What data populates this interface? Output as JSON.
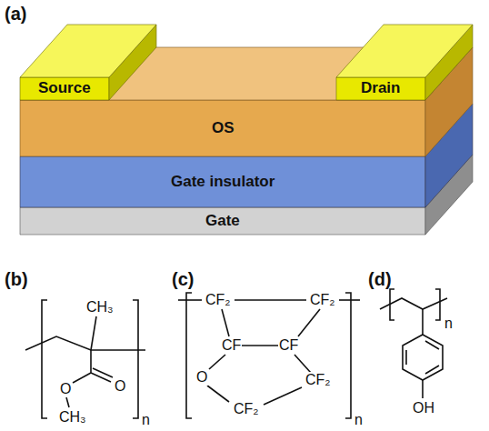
{
  "diagram": {
    "nodes": [
      {
        "text": [
          "Source"
        ]
      },
      {
        "text": [
          "Drain"
        ]
      },
      {
        "text": [
          "OS"
        ]
      },
      {
        "text": [
          "Gate insulator"
        ]
      },
      {
        "text": [
          "Gate"
        ]
      }
    ],
    "labels": [
      "(a)",
      "(b)",
      "(c)",
      "(d)",
      "CH₃",
      "O",
      "O",
      "CH₃",
      "n",
      "CF₂",
      "CF₂",
      "CF",
      "CF",
      "O",
      "CF₂",
      "CF₂",
      "n",
      "n",
      "OH"
    ]
  }
}
